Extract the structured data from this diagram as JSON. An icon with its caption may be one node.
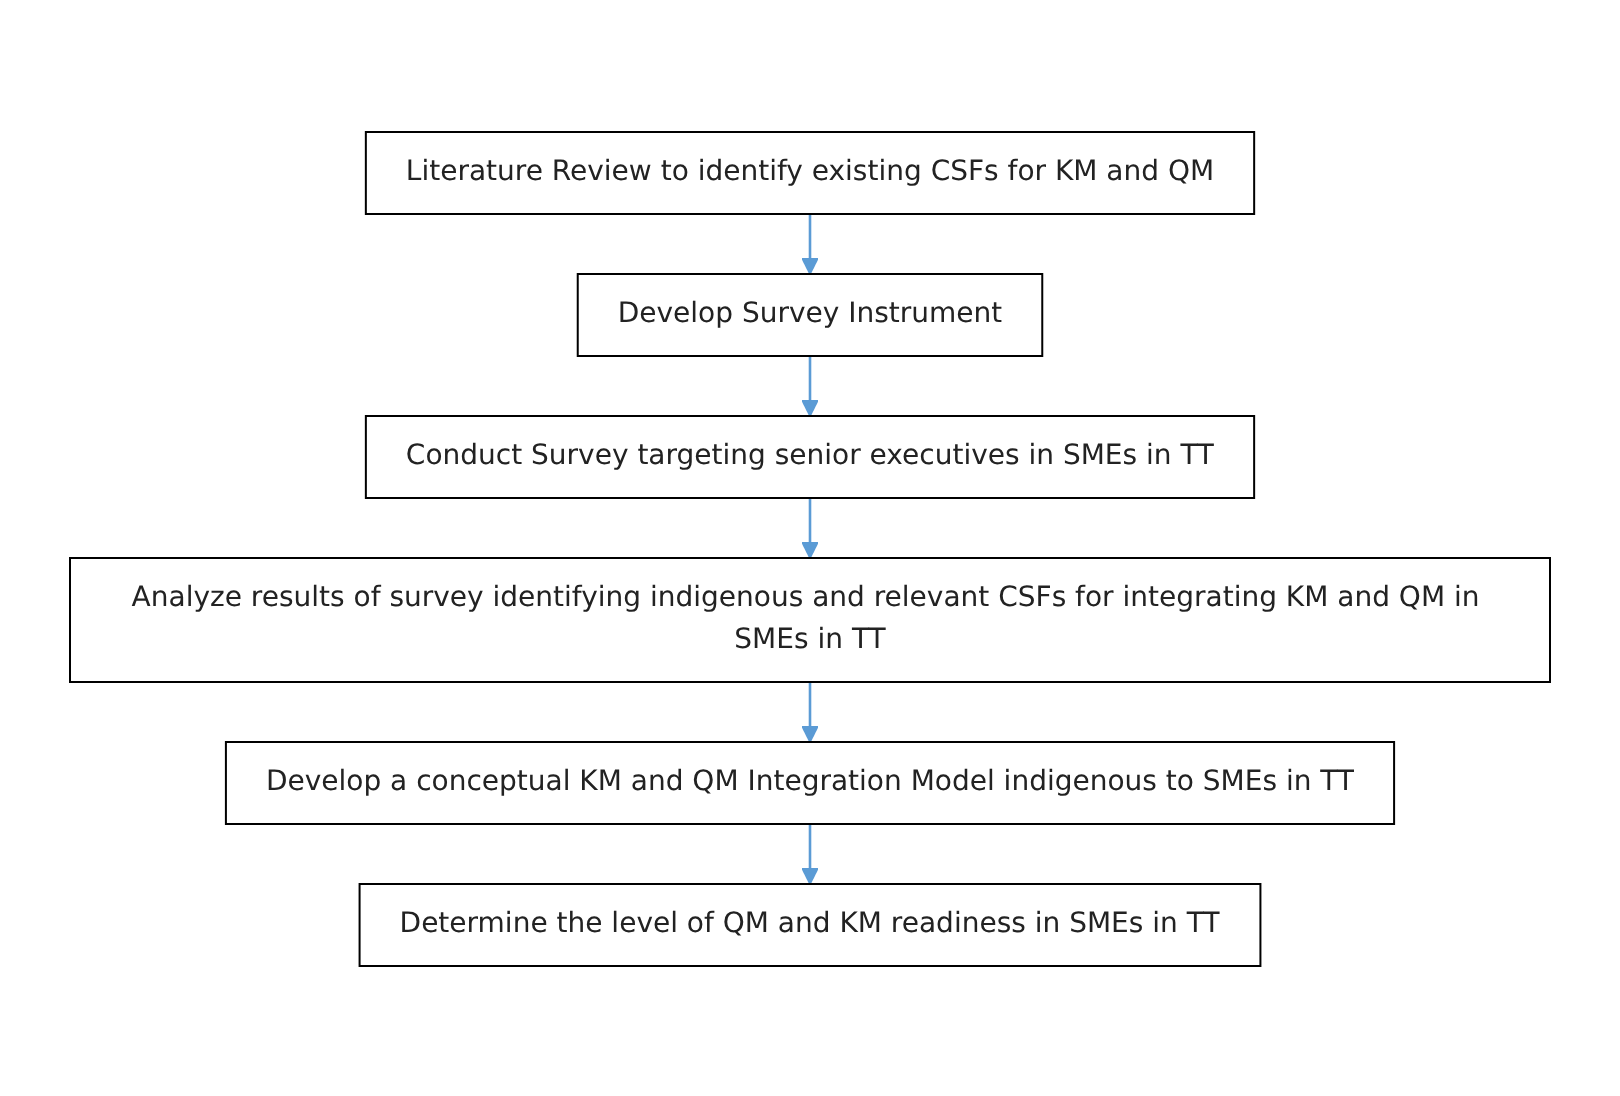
{
  "diagram": {
    "nodes": [
      {
        "text": [
          "Literature Review to identify existing CSFs for KM and QM"
        ]
      },
      {
        "text": [
          "Develop Survey Instrument"
        ]
      },
      {
        "text": [
          "Conduct Survey targeting senior executives in SMEs in TT"
        ]
      },
      {
        "text": [
          "Analyze results of survey identifying indigenous and relevant CSFs for integrating KM and QM in SMEs in TT"
        ]
      },
      {
        "text": [
          "Develop a conceptual KM and QM Integration Model indigenous to SMEs in TT"
        ]
      },
      {
        "text": [
          "Determine the level of QM and KM readiness in SMEs in TT"
        ]
      }
    ],
    "edges": [
      {
        "from": 0,
        "to": 1,
        "arrow": "to"
      },
      {
        "from": 1,
        "to": 2,
        "arrow": "to"
      },
      {
        "from": 2,
        "to": 3,
        "arrow": "to"
      },
      {
        "from": 3,
        "to": 4,
        "arrow": "to"
      },
      {
        "from": 4,
        "to": 5,
        "arrow": "to"
      }
    ]
  }
}
